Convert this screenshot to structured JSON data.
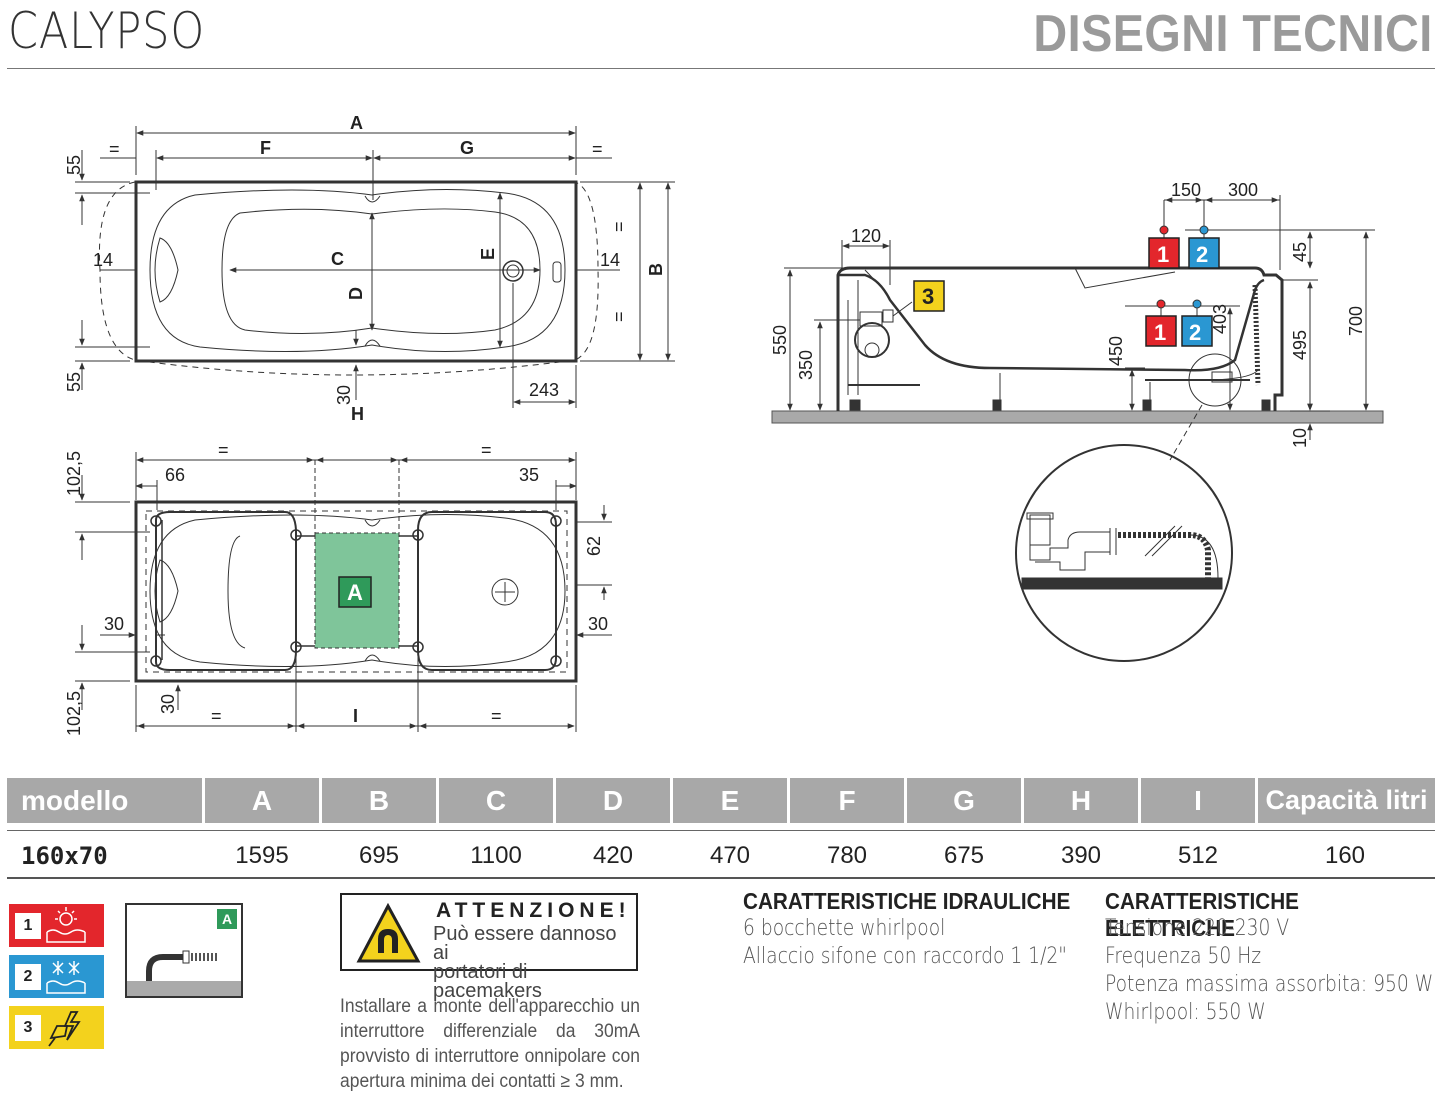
{
  "header": {
    "model_name": "CALYPSO",
    "section_title": "DISEGNI TECNICI"
  },
  "top_view": {
    "labels": {
      "A": "A",
      "F": "F",
      "G": "G",
      "B": "B",
      "C": "C",
      "D": "D",
      "E": "E",
      "eq": "="
    },
    "dims": {
      "d55a": "55",
      "d55b": "55",
      "d14a": "14",
      "d14b": "14",
      "d30": "30",
      "d243": "243"
    }
  },
  "frame_view": {
    "labels": {
      "H": "H",
      "I": "I",
      "eq": "=",
      "A_zone": "A"
    },
    "dims": {
      "d102a": "102,5",
      "d102b": "102,5",
      "d66": "66",
      "d35": "35",
      "d62": "62",
      "d30a": "30",
      "d30b": "30",
      "d30c": "30"
    }
  },
  "side_view": {
    "dims": {
      "d150": "150",
      "d300": "300",
      "d120": "120",
      "d45": "45",
      "d700": "700",
      "d550": "550",
      "d350": "350",
      "d450": "450",
      "d403": "403",
      "d495": "495",
      "d10": "10"
    },
    "badges": {
      "hot": "1",
      "cold": "2",
      "elec": "3"
    }
  },
  "table": {
    "headers": [
      "modello",
      "A",
      "B",
      "C",
      "D",
      "E",
      "F",
      "G",
      "H",
      "I",
      "Capacità litri"
    ],
    "rows": [
      [
        "160x70",
        "1595",
        "695",
        "1100",
        "420",
        "470",
        "780",
        "675",
        "390",
        "512",
        "160"
      ]
    ]
  },
  "legend": [
    {
      "num": "1",
      "color": "#e3262c",
      "icon": "hot-water-icon"
    },
    {
      "num": "2",
      "color": "#2a97d2",
      "icon": "cold-water-icon"
    },
    {
      "num": "3",
      "color": "#f3d21d",
      "icon": "electric-plug-icon"
    }
  ],
  "drain_box": {
    "label": "A"
  },
  "warning": {
    "title": "ATTENZIONE!",
    "line1": "Può essere dannoso ai",
    "line2": "portatori di pacemakers",
    "instructions": "Installare a monte dell'apparecchio un interruttore differenziale da 30mA provvisto di interruttore onnipolare con apertura minima dei contatti ≥ 3 mm."
  },
  "hydraulic": {
    "title": "CARATTERISTICHE IDRAULICHE",
    "lines": [
      "6 bocchette whirlpool",
      "Allaccio sifone con raccordo 1 1/2\""
    ]
  },
  "electric": {
    "title": "CARATTERISTICHE ELETTRICHE",
    "lines": [
      "Tensione 220-230 V",
      "Frequenza 50 Hz",
      "Potenza massima assorbita: 950 W",
      "Whirlpool: 550 W"
    ]
  },
  "colors": {
    "hot": "#e3262c",
    "cold": "#2a97d2",
    "electric": "#f3d21d",
    "zone": "#7fc59a",
    "header_gray": "#a8a8a8"
  }
}
